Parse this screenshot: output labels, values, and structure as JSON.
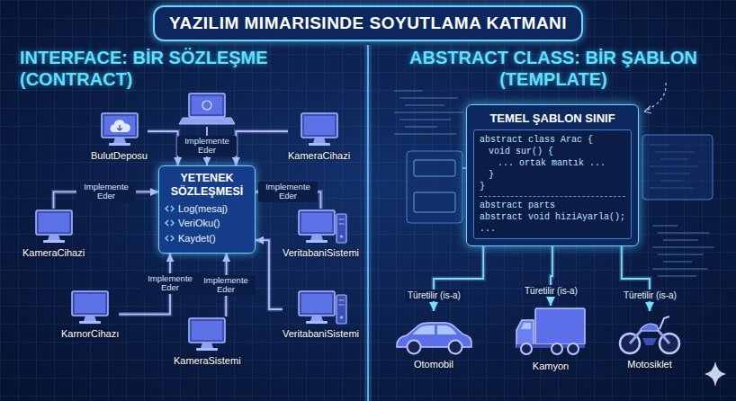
{
  "diagram": {
    "title": "YAZILIM MIMARISINDE SOYUTLAMA KATMANI",
    "nodes": [
      {
        "text": [
          "BulutDeposu"
        ]
      },
      {
        "text": [
          "KameraCihazi"
        ]
      },
      {
        "text": [
          "YETENEK SÖZLEŞMESİ",
          "Log(mesaj)",
          "VeriOku()",
          "Kaydet()"
        ]
      },
      {
        "text": [
          "KameraCihazi"
        ]
      },
      {
        "text": [
          "VeritabaniSistemi"
        ]
      },
      {
        "text": [
          "KarnorCihazı"
        ]
      },
      {
        "text": [
          "KameraSistemi"
        ]
      },
      {
        "text": [
          "VeritabaniSistemi"
        ]
      },
      {
        "text": [
          "TEMEL ŞABLON SINIF",
          "abstract class Arac {",
          "void sur() {",
          "... ortak mantık ...",
          "}",
          "}",
          "abstract parts",
          "abstract void hiziAyarla();",
          "..."
        ]
      },
      {
        "text": [
          "Otomobil"
        ]
      },
      {
        "text": [
          "Kamyon"
        ]
      },
      {
        "text": [
          "Motosiklet"
        ]
      }
    ],
    "edges": [
      {
        "from": 0,
        "to": 2,
        "arrow": "to"
      },
      {
        "from": 1,
        "to": 2,
        "arrow": "to"
      },
      {
        "from": 3,
        "to": 2,
        "label": "Implemente Eder",
        "arrow": "to"
      },
      {
        "from": 4,
        "to": 2,
        "label": "Implemente Eder",
        "arrow": "to"
      },
      {
        "from": 5,
        "to": 2,
        "label": "Implemente Eder",
        "arrow": "to"
      },
      {
        "from": 6,
        "to": 2,
        "label": "Implemente Eder",
        "arrow": "to"
      },
      {
        "from": 7,
        "to": 2,
        "arrow": "to"
      },
      {
        "from": 8,
        "to": 9,
        "label": "Türetilir (is-a)",
        "arrow": "to"
      },
      {
        "from": 8,
        "to": 10,
        "label": "Türetilir (is-a)",
        "arrow": "to"
      },
      {
        "from": 8,
        "to": 11,
        "label": "Türetilir (is-a)",
        "arrow": "to"
      }
    ],
    "labels": [
      "INTERFACE: BİR SÖZLEŞME (CONTRACT)",
      "ABSTRACT CLASS: BİR ŞABLON (TEMPLATE)",
      "Implemente Eder"
    ]
  }
}
